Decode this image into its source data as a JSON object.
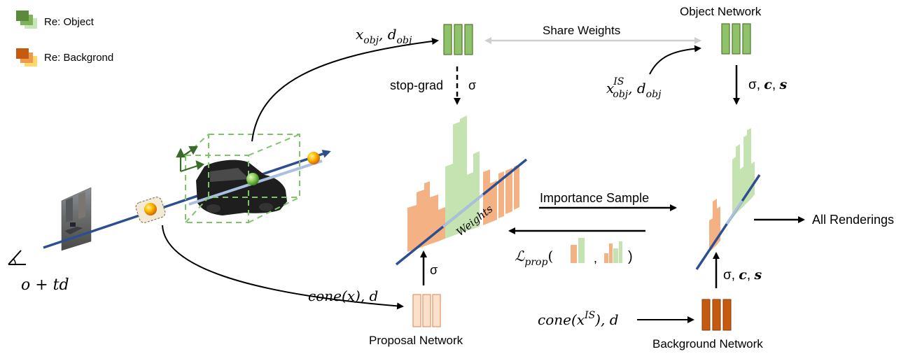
{
  "legend": {
    "object_label": "Re: Object",
    "background_label": "Re: Backgrond"
  },
  "labels": {
    "camera_origin": "o + td",
    "obj_input": "x_obj, d_obj",
    "stop_grad": "stop-grad",
    "sigma": "σ",
    "share_weights": "Share Weights",
    "object_network": "Object Network",
    "obj_is_input": "x_obj^IS, d_obj",
    "obj_outputs": "σ, c, s",
    "weights": "Weights",
    "importance_sample": "Importance Sample",
    "l_prop": "L_prop",
    "all_renderings": "All Renderings",
    "cone_input": "cone(x), d",
    "proposal_network": "Proposal Network",
    "cone_is_input": "cone(x^IS), d",
    "bg_outputs": "σ, c, s",
    "background_network": "Background Network"
  },
  "colors": {
    "object_dark": "#5a8a3a",
    "object_mid": "#7fb25b",
    "object_light": "#c7e6b5",
    "bg_dark": "#c55a11",
    "bg_mid": "#ed9a4e",
    "bg_light": "#f8cbad",
    "ray": "#2e4f8f",
    "ray_light": "#a9c0e0"
  }
}
